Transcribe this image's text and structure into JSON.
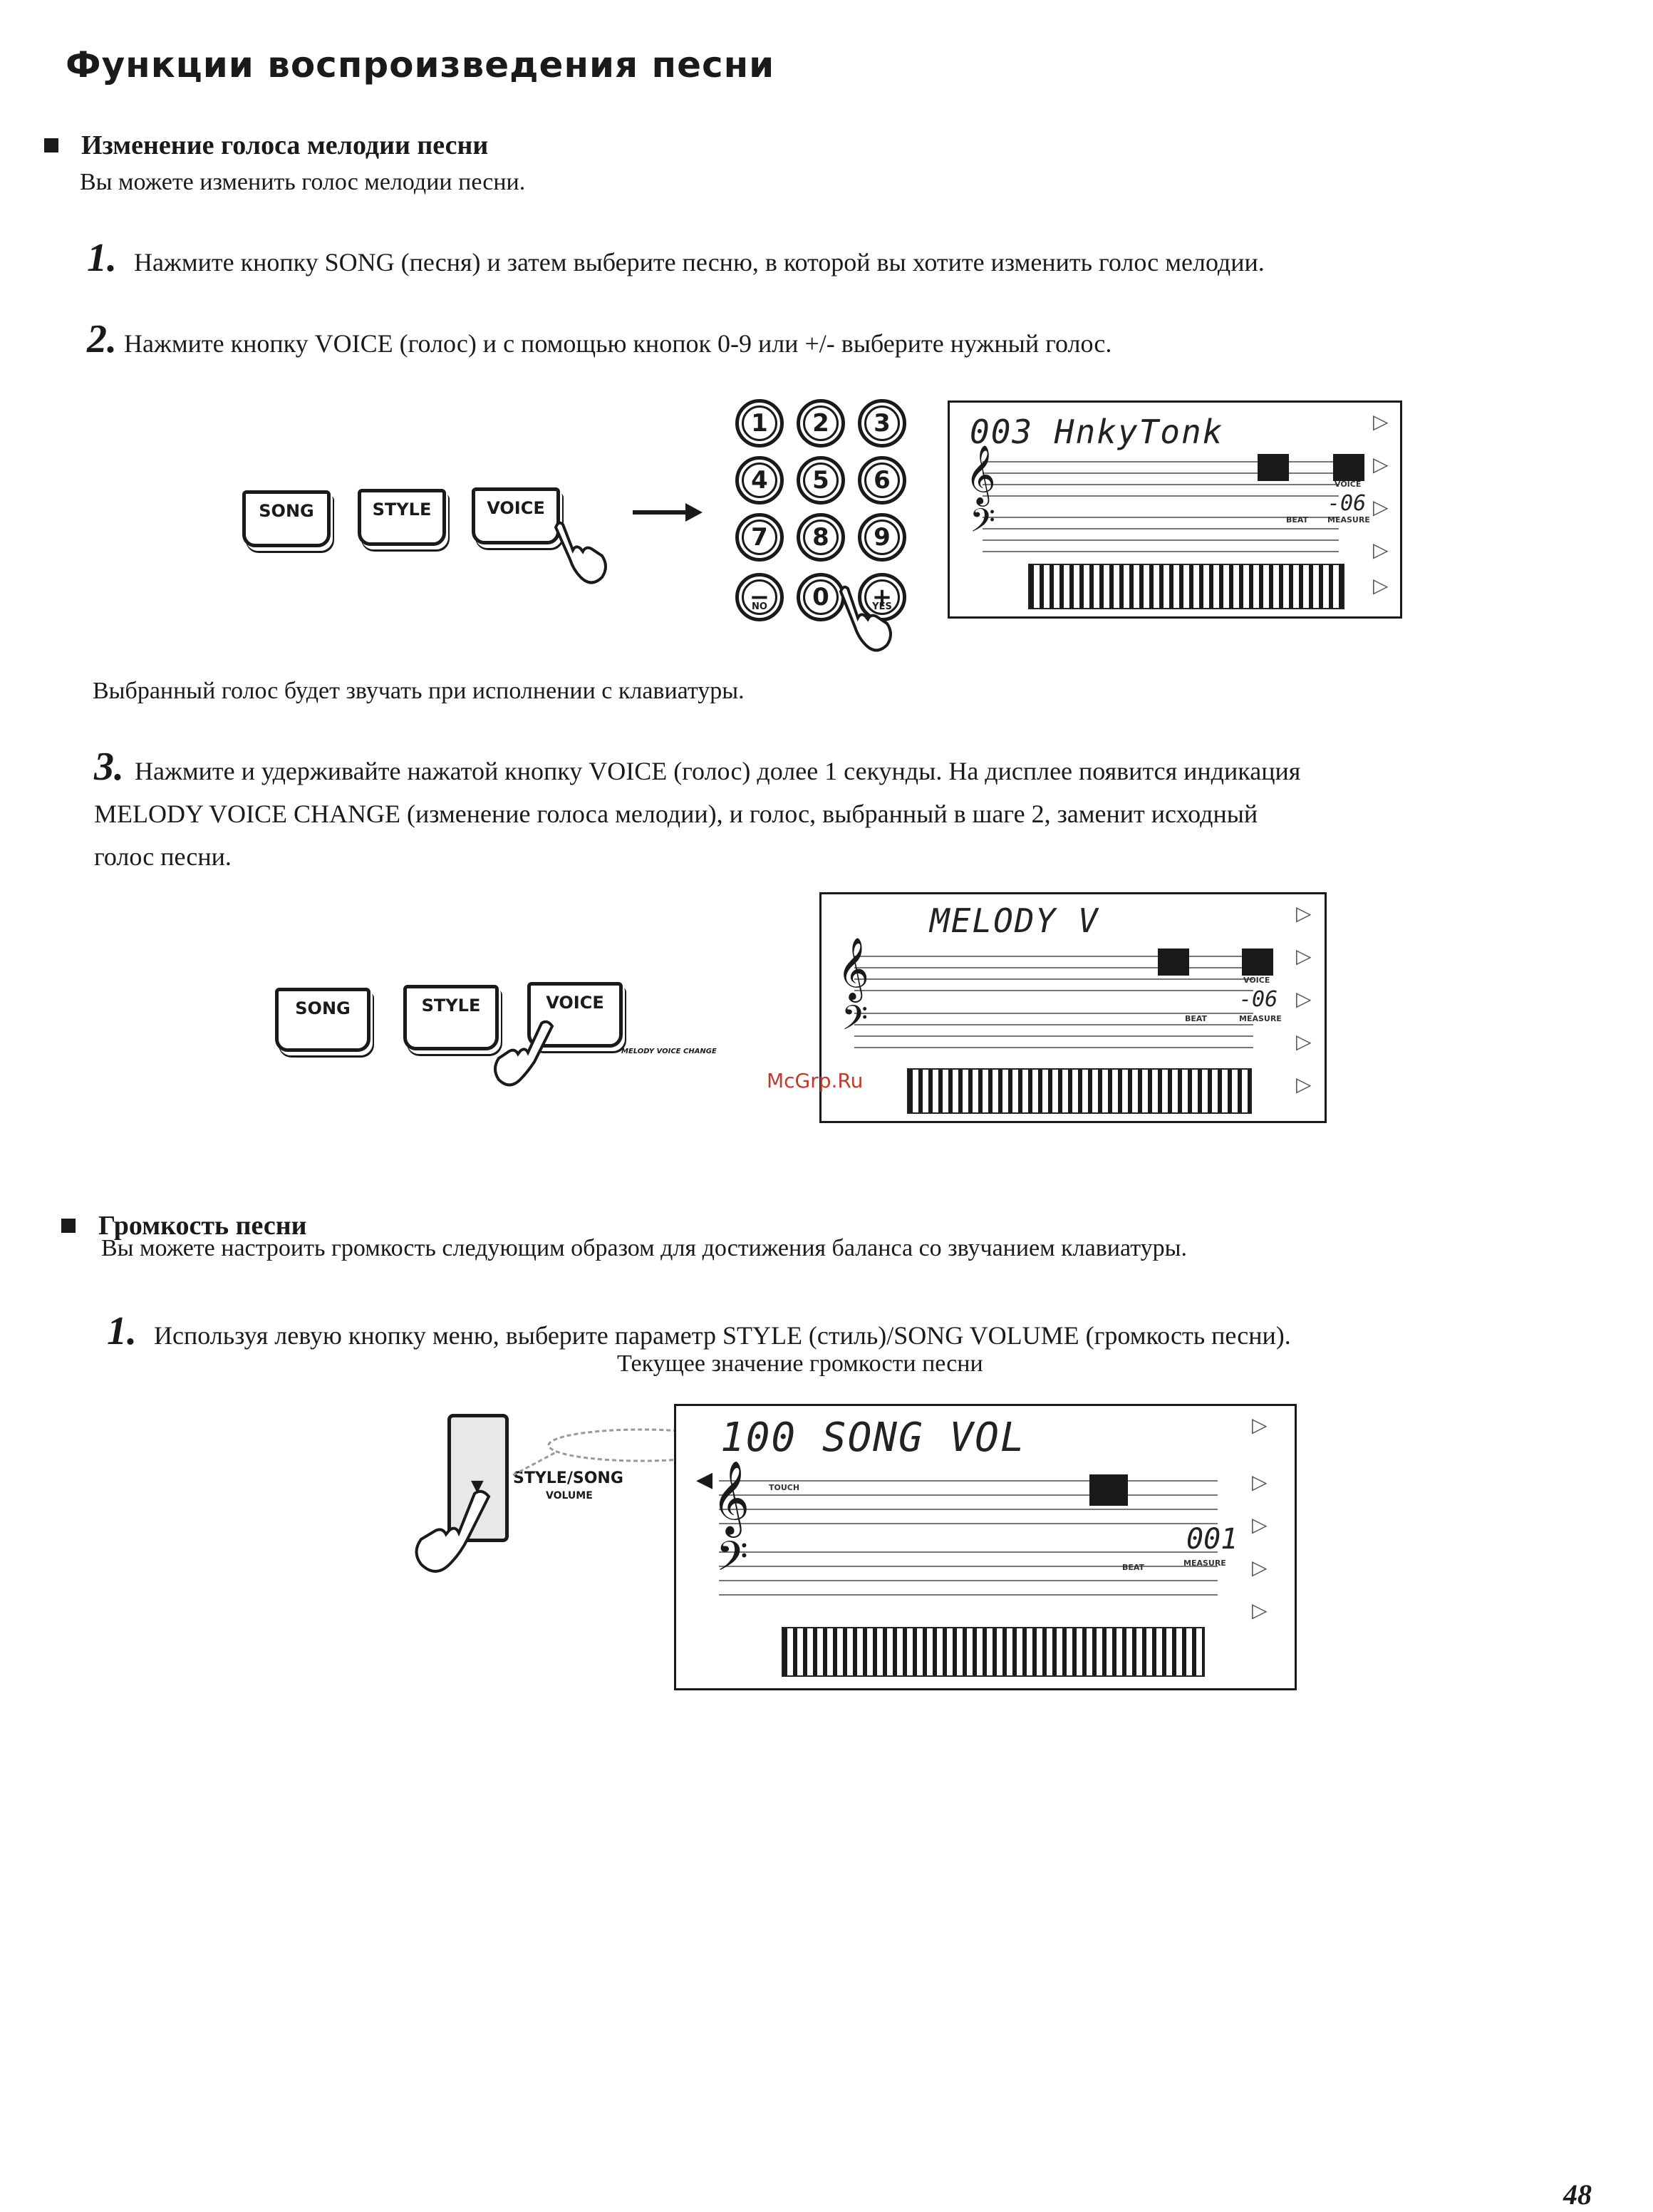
{
  "title": "Функции воспроизведения песни",
  "section1": {
    "heading": "Изменение голоса мелодии песни",
    "intro": "Вы можете изменить голос мелодии песни.",
    "step1": {
      "num": "1.",
      "text": "Нажмите кнопку SONG (песня) и затем выберите песню, в которой вы хотите изменить голос мелодии."
    },
    "step2": {
      "num": "2.",
      "text": "Нажмите кнопку VOICE (голос) и с помощью кнопок 0-9 или +/- выберите нужный голос."
    },
    "after_step2": "Выбранный голос будет звучать при исполнении с клавиатуры.",
    "step3": {
      "num": "3.",
      "text_line1": "Нажмите и удерживайте нажатой кнопку VOICE (голос) долее 1 секунды. На дисплее появится индикация",
      "text_line2": "MELODY VOICE CHANGE (изменение голоса мелодии), и голос, выбранный в шаге 2, заменит исходный",
      "text_line3": "голос песни."
    }
  },
  "panel": {
    "song": "SONG",
    "style": "STYLE",
    "voice": "VOICE",
    "melody_voice_change": "MELODY VOICE CHANGE"
  },
  "numpad": {
    "keys": [
      "1",
      "2",
      "3",
      "4",
      "5",
      "6",
      "7",
      "8",
      "9",
      "−",
      "0",
      "+"
    ],
    "no": "NO",
    "yes": "YES"
  },
  "display1": {
    "text": "003 HnkyTonk",
    "measure_val": "-06",
    "beat": "BEAT",
    "measure": "MEASURE",
    "voice_lbl": "VOICE"
  },
  "display2": {
    "text": "MELODY V",
    "measure_val": "-06",
    "beat": "BEAT",
    "measure": "MEASURE",
    "voice_lbl": "VOICE"
  },
  "display3": {
    "text": "100 SONG VOL",
    "measure_val": "001",
    "beat": "BEAT",
    "measure": "MEASURE",
    "touch": "TOUCH"
  },
  "watermark": "McGrp.Ru",
  "section2": {
    "heading": "Громкость песни",
    "intro": "Вы можете настроить громкость следующим образом для достижения баланса со звучанием клавиатуры.",
    "step1": {
      "num": "1.",
      "text": "Используя левую кнопку меню, выберите параметр STYLE (стиль)/SONG VOLUME (громкость песни)."
    },
    "caption": "Текущее значение громкости песни",
    "menu_btn_line1": "STYLE/SONG",
    "menu_btn_line2": "VOLUME"
  },
  "page_number": "48"
}
